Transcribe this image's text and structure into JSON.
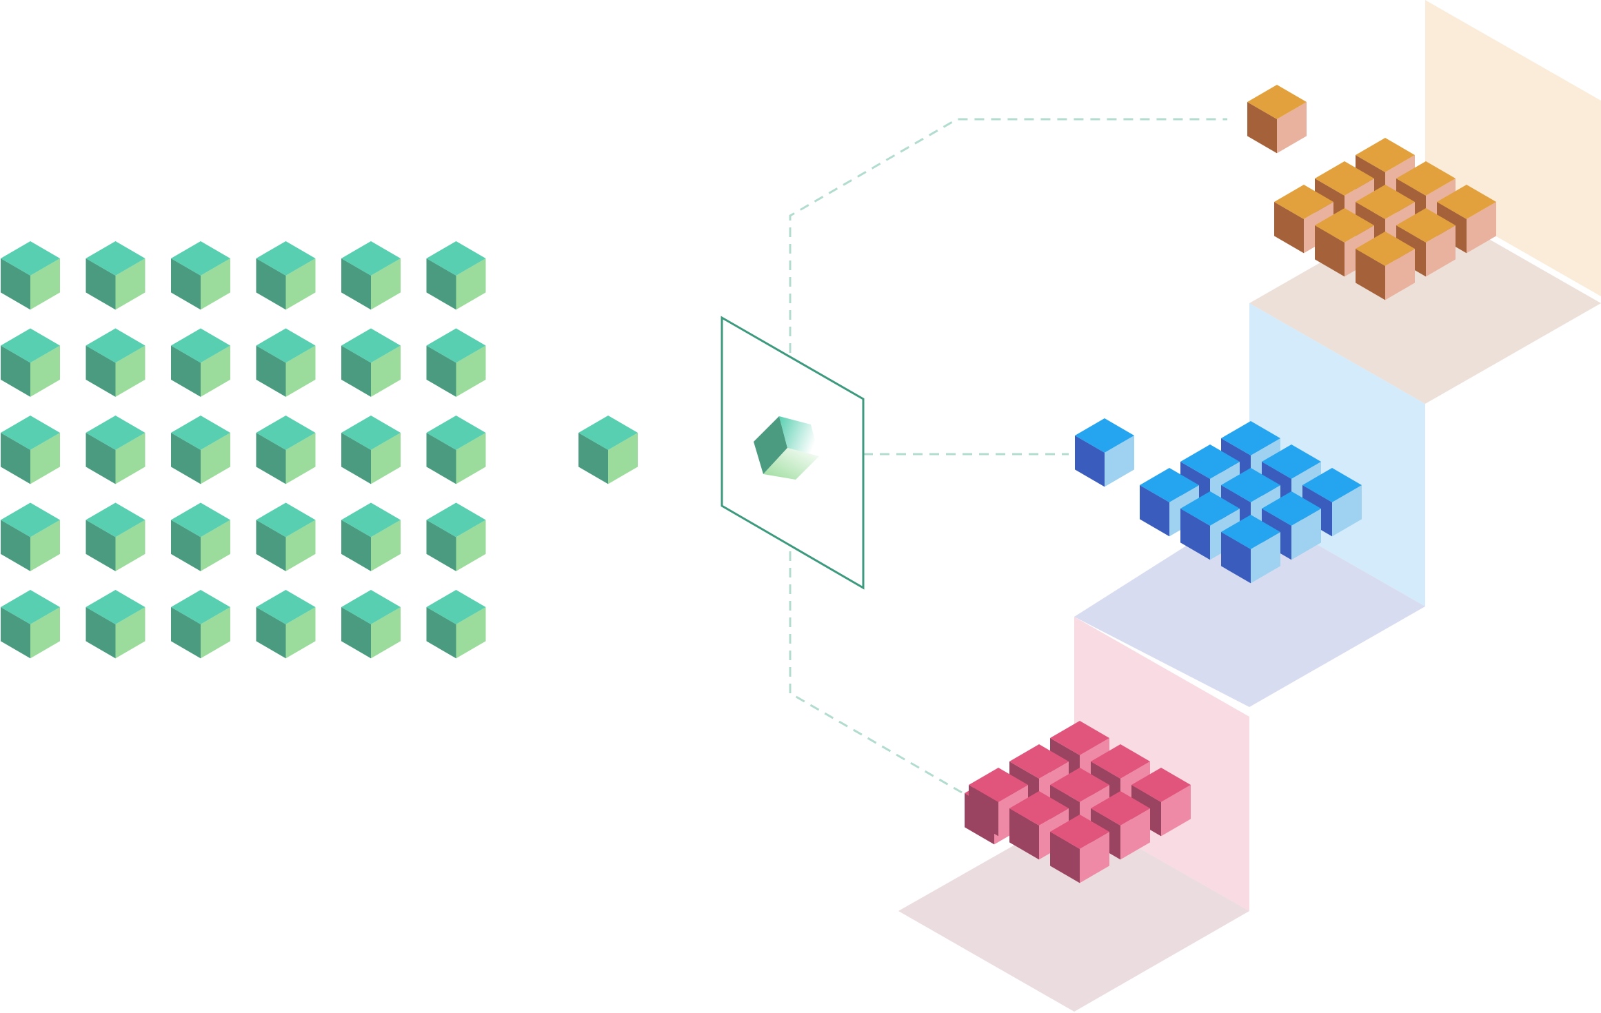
{
  "diagram": {
    "source_grid": {
      "rows": 5,
      "columns": 6
    },
    "groups": [
      "source-grid",
      "single-cube",
      "filter-lens",
      "orange-cluster",
      "blue-cluster",
      "pink-cluster"
    ]
  },
  "colors": {
    "green": {
      "top": "#58cfb0",
      "left": "#4a9b80",
      "right": "#9bdc9c"
    },
    "orange": {
      "top": "#e2a13c",
      "left": "#a5623a",
      "right": "#e8b29e"
    },
    "blue": {
      "top": "#25a4f0",
      "left": "#3a5cbc",
      "right": "#9fd2f0"
    },
    "pink": {
      "top": "#e1557d",
      "left": "#9a4461",
      "right": "#ef8aa6"
    },
    "lens_frame": "#3d9a7e",
    "connector": "#b2dccf",
    "panel_orange_back": "#faecd9",
    "panel_orange_floor": "#ede0d8",
    "panel_blue_back": "#d3ebfb",
    "panel_blue_floor": "#d8dcf0",
    "panel_pink_back": "#f8dbe3",
    "panel_pink_floor": "#ebdcdf"
  }
}
